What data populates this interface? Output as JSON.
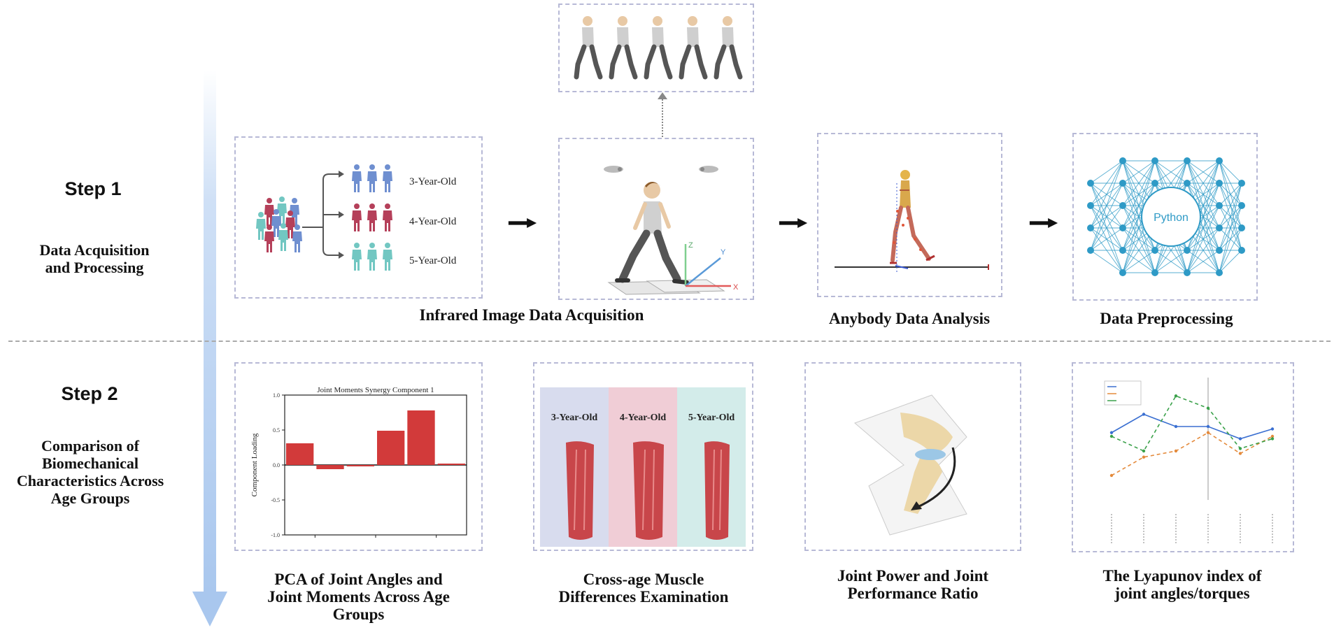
{
  "steps": [
    {
      "title": "Step 1",
      "subtitle_lines": [
        "Data Acquisition",
        "and Processing"
      ]
    },
    {
      "title": "Step 2",
      "subtitle_lines": [
        "Comparison of",
        "Biomechanical",
        "Characteristics Across",
        "Age Groups"
      ]
    }
  ],
  "step1": {
    "groups": [
      "3-Year-Old",
      "4-Year-Old",
      "5-Year-Old"
    ],
    "captions": {
      "infrared": "Infrared Image Data Acquisition",
      "anybody": "Anybody Data Analysis",
      "preprocessing": "Data Preprocessing"
    },
    "python_label": "Python",
    "axis_labels": {
      "z": "Z",
      "y": "Y",
      "x": "X"
    }
  },
  "step2": {
    "captions": {
      "pca_lines": [
        "PCA of Joint Angles and",
        "Joint Moments Across Age",
        "Groups"
      ],
      "muscle_lines": [
        "Cross-age Muscle",
        "Differences Examination"
      ],
      "power_lines": [
        "Joint Power and Joint",
        "Performance Ratio"
      ],
      "lyapunov_lines": [
        "The Lyapunov index of",
        "joint angles/torques"
      ]
    },
    "muscle_groups": [
      "3-Year-Old",
      "4-Year-Old",
      "5-Year-Old"
    ]
  },
  "chart_data": [
    {
      "type": "bar",
      "title": "Joint Moments Synergy Component 1",
      "ylabel": "Component Loading",
      "ylim": [
        -1.0,
        1.0
      ],
      "yticks": [
        "1.0",
        "0.5",
        "0.0",
        "-0.5",
        "-1.0"
      ],
      "values": [
        0.31,
        -0.06,
        -0.02,
        0.49,
        0.78,
        0.02
      ],
      "color": "#d23a3a"
    },
    {
      "type": "line",
      "series": [
        {
          "values": [
            0.05,
            0.2,
            0.1,
            0.1,
            0.0,
            0.08
          ],
          "color": "#3a6fd1"
        },
        {
          "values": [
            -0.3,
            -0.15,
            -0.1,
            0.05,
            -0.12,
            0.02
          ],
          "color": "#e48a3b"
        },
        {
          "values": [
            0.02,
            -0.1,
            0.35,
            0.25,
            -0.08,
            0.0
          ],
          "color": "#3aa14a"
        }
      ],
      "ylim": [
        -0.5,
        0.5
      ]
    }
  ],
  "colors": {
    "arrow": "#aecbef",
    "box_border": "#b7b9d6",
    "blue_person": "#6f8fd0",
    "red_person": "#b5405a",
    "teal_person": "#72c7c2",
    "network": "#2e9ac6",
    "muscle": "#c8464a"
  }
}
